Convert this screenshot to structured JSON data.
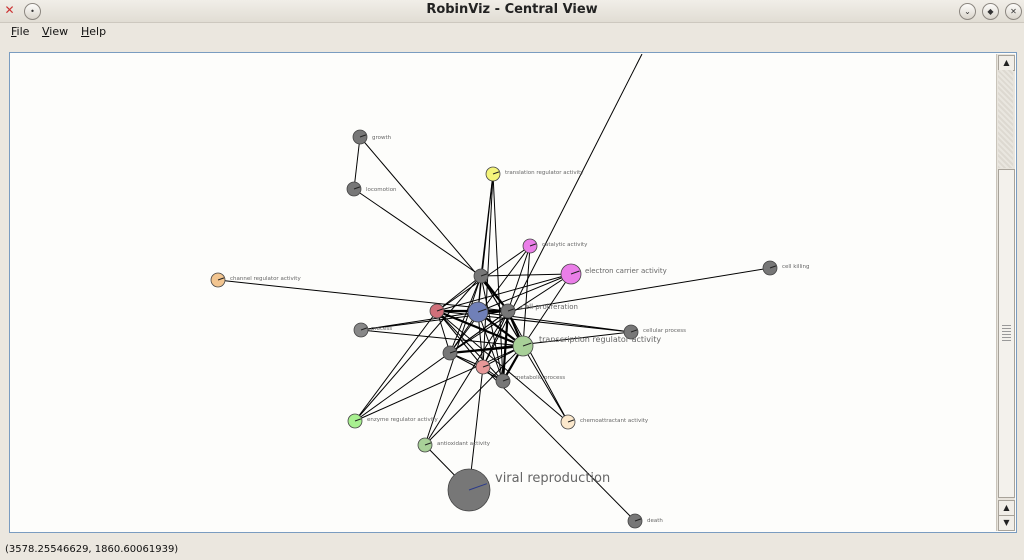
{
  "window": {
    "title": "RobinViz - Central View",
    "close_icon": "x-close-icon",
    "pin_icon": "pin-icon",
    "buttons": [
      "chevron-down-icon",
      "restore-icon",
      "close-circle-icon"
    ]
  },
  "menu": [
    {
      "label": "File",
      "accel": "F"
    },
    {
      "label": "View",
      "accel": "V"
    },
    {
      "label": "Help",
      "accel": "H"
    }
  ],
  "graph": {
    "nodes": [
      {
        "id": "growth",
        "label": "growth",
        "color": "#777777",
        "size": "small"
      },
      {
        "id": "locomotion",
        "label": "locomotion",
        "color": "#777777",
        "size": "small"
      },
      {
        "id": "translation",
        "label": "translation regulator activity",
        "color": "#f4f47a",
        "size": "small"
      },
      {
        "id": "catalytic",
        "label": "catalytic activity",
        "color": "#ea7ee8",
        "size": "small"
      },
      {
        "id": "electron",
        "label": "electron carrier activity",
        "color": "#ea7ee8",
        "size": "medium"
      },
      {
        "id": "channel",
        "label": "channel regulator activity",
        "color": "#f2c590",
        "size": "small"
      },
      {
        "id": "cellkilling",
        "label": "cell killing",
        "color": "#777777",
        "size": "small"
      },
      {
        "id": "hubA",
        "label": "",
        "color": "#777777",
        "size": "small"
      },
      {
        "id": "hubB",
        "label": "",
        "color": "#d0707a",
        "size": "small"
      },
      {
        "id": "hubC",
        "label": "",
        "color": "#7080b8",
        "size": "medium"
      },
      {
        "id": "hubD",
        "label": "cell proliferation",
        "color": "#777777",
        "size": "small"
      },
      {
        "id": "process",
        "label": "process",
        "color": "#888888",
        "size": "small"
      },
      {
        "id": "cellular",
        "label": "cellular process",
        "color": "#777777",
        "size": "small"
      },
      {
        "id": "transcription",
        "label": "transcription regulator activity",
        "color": "#a8d098",
        "size": "medium"
      },
      {
        "id": "hubE",
        "label": "",
        "color": "#777777",
        "size": "small"
      },
      {
        "id": "hubF",
        "label": "",
        "color": "#e89898",
        "size": "small"
      },
      {
        "id": "metabolic",
        "label": "metabolic process",
        "color": "#777777",
        "size": "small"
      },
      {
        "id": "enzyme",
        "label": "enzyme regulator activity",
        "color": "#a8f090",
        "size": "small"
      },
      {
        "id": "antioxidant",
        "label": "antioxidant activity",
        "color": "#a8d098",
        "size": "small"
      },
      {
        "id": "chemo",
        "label": "chemoattractant activity",
        "color": "#fbe8cc",
        "size": "small"
      },
      {
        "id": "viral",
        "label": "viral reproduction",
        "color": "#777777",
        "size": "large"
      },
      {
        "id": "death",
        "label": "death",
        "color": "#777777",
        "size": "small"
      }
    ]
  },
  "scrollbar": {
    "up_icon": "arrow-up-icon",
    "down_icon": "arrow-down-icon"
  },
  "status": {
    "coords": "(3578.25546629, 1860.60061939)"
  }
}
